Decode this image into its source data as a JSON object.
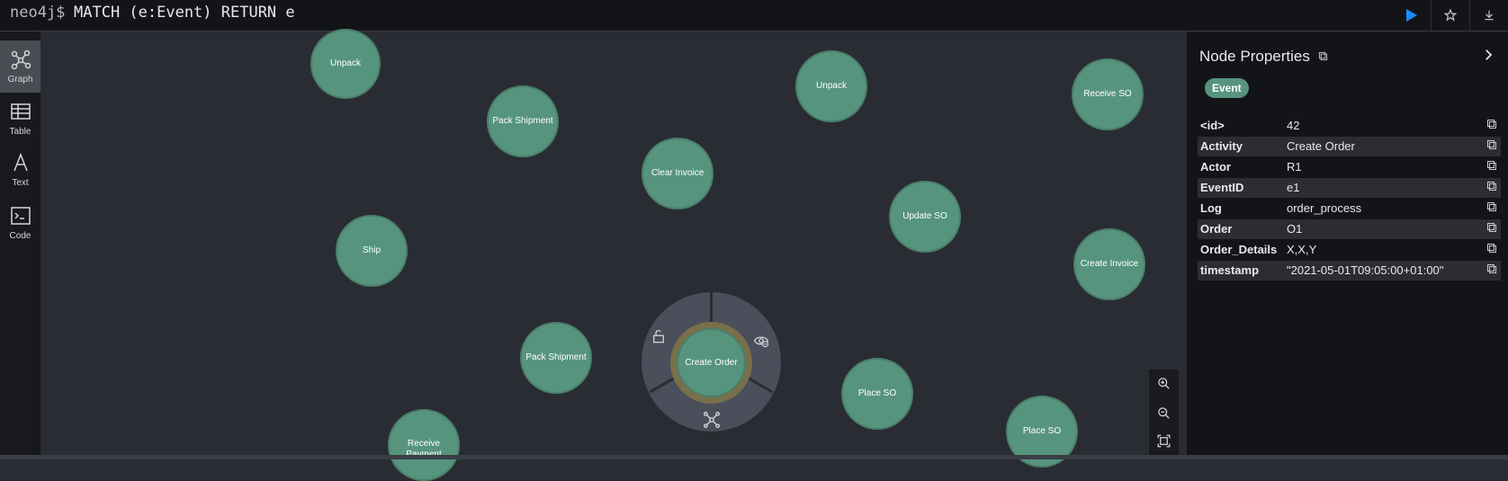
{
  "editor": {
    "prompt": "neo4j$",
    "query": "MATCH (e:Event) RETURN e"
  },
  "toolbar": {
    "run_icon": "play-icon",
    "favorite_icon": "star-icon",
    "download_icon": "download-icon"
  },
  "sidebar": {
    "items": [
      {
        "label": "Graph",
        "icon": "graph-icon"
      },
      {
        "label": "Table",
        "icon": "table-icon"
      },
      {
        "label": "Text",
        "icon": "text-icon"
      },
      {
        "label": "Code",
        "icon": "code-icon"
      }
    ]
  },
  "graph": {
    "nodes": [
      {
        "label": "Unpack"
      },
      {
        "label": "Pack Shipment"
      },
      {
        "label": "Unpack"
      },
      {
        "label": "Receive SO"
      },
      {
        "label": "Clear Invoice"
      },
      {
        "label": "Ship"
      },
      {
        "label": "Update SO"
      },
      {
        "label": "Create Invoice"
      },
      {
        "label": "Pack Shipment"
      },
      {
        "label": "Create Order"
      },
      {
        "label": "Place SO"
      },
      {
        "label": "Place SO"
      },
      {
        "label": "Receive Payment"
      }
    ],
    "node_color": "#57947d",
    "selected_ring_color": "#77704a"
  },
  "panel": {
    "title": "Node Properties",
    "label_badge": "Event",
    "properties": [
      {
        "key": "<id>",
        "value": "42"
      },
      {
        "key": "Activity",
        "value": "Create Order"
      },
      {
        "key": "Actor",
        "value": "R1"
      },
      {
        "key": "EventID",
        "value": "e1"
      },
      {
        "key": "Log",
        "value": "order_process"
      },
      {
        "key": "Order",
        "value": "O1"
      },
      {
        "key": "Order_Details",
        "value": "X,X,Y"
      },
      {
        "key": "timestamp",
        "value": "\"2021-05-01T09:05:00+01:00\""
      }
    ]
  }
}
